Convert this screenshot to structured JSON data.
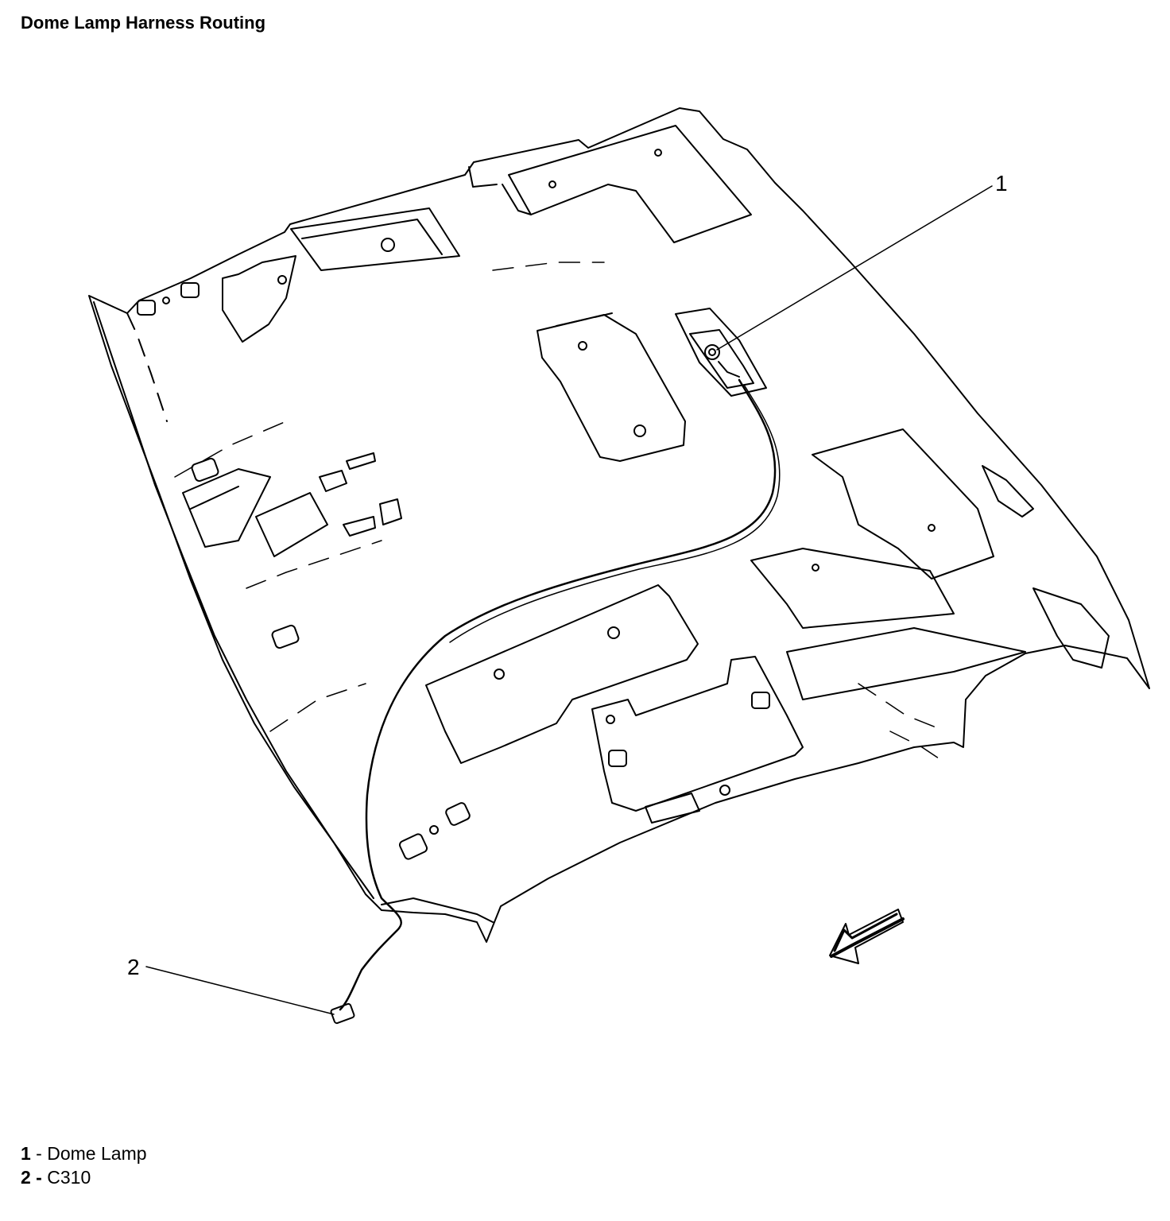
{
  "title": "Dome Lamp Harness Routing",
  "callouts": [
    {
      "number": "1",
      "label": "Dome Lamp"
    },
    {
      "number": "2",
      "label": "C310"
    }
  ],
  "legend_separator_1": " - ",
  "legend_separator_2": " - ",
  "icons": {
    "direction_arrow": "front-direction-arrow-icon"
  },
  "colors": {
    "line": "#000000",
    "background": "#ffffff"
  }
}
